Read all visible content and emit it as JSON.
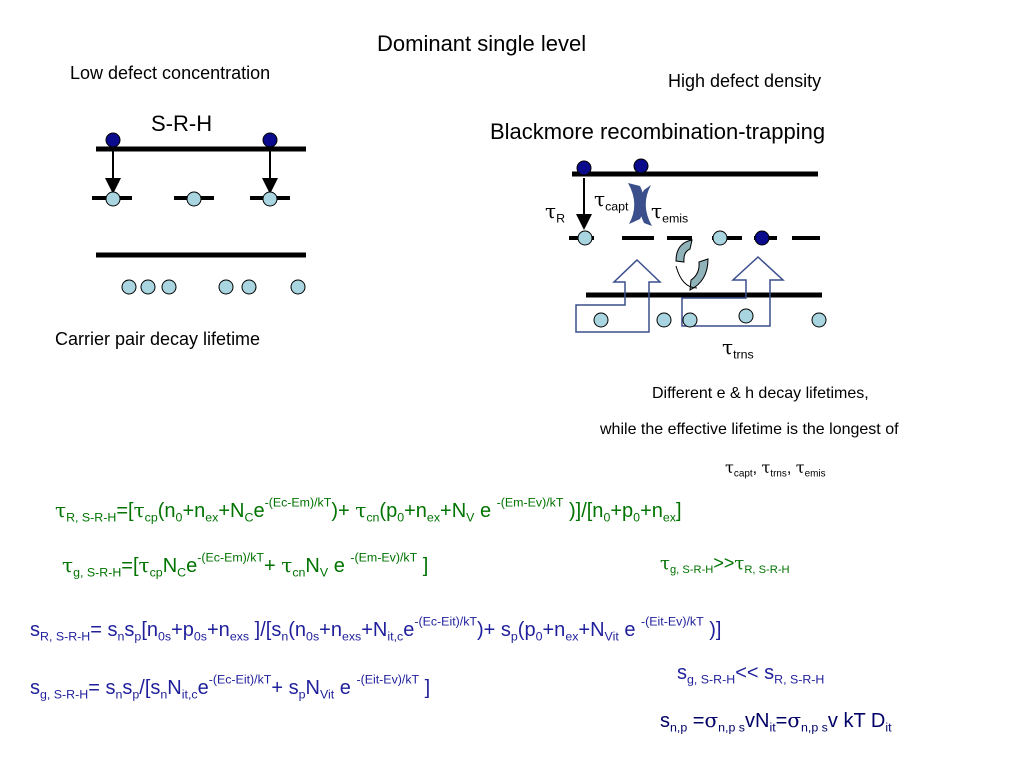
{
  "title": "Dominant single level",
  "left": {
    "header": "Low defect concentration",
    "model": "S-R-H",
    "caption": "Carrier pair decay lifetime"
  },
  "right": {
    "header": "High defect density",
    "model": "Blackmore recombination-trapping",
    "tau": "τ",
    "tau_R_sub": "R",
    "tau_capt_sub": "capt",
    "tau_emis_sub": "emis",
    "tau_trns_sub": "trns",
    "note_line1": "Different e & h decay lifetimes,",
    "note_line2": "while the effective lifetime is the longest of",
    "note_list": "τcapt, τtrns, τemis"
  },
  "equations": {
    "tauR": "τR, S-R-H=[τcp(n0+nex+NCe-(Ec-Em)/kT)+ τcn(p0+nex+NV e -(Em-Ev)/kT )]/[n0+p0+nex]",
    "taug": "τg, S-R-H=[τcpNCe-(Ec-Em)/kT+ τcnNV e -(Em-Ev)/kT ]",
    "taug_vs_tauR": "τg, S-R-H>>τR, S-R-H",
    "sR": "sR, S-R-H= snsp[n0s+p0s+nexs ]/[sn(n0s+nexs+Nit,ce-(Ec-Eit)/kT)+ sp(p0+nex+NVit e -(Eit-Ev)/kT )]",
    "sg": "sg, S-R-H= snsp/[snNit,ce-(Ec-Eit)/kT+ spNVit e -(Eit-Ev)/kT ]",
    "sg_vs_sR": "sg, S-R-H<< sR, S-R-H",
    "snp": "sn,p =σn,p svNit=σn,p sv kT Dit"
  },
  "colors": {
    "green": "#007300",
    "blue": "#1f1f9c",
    "navy_dot": "#0a0a8c",
    "light_dot": "#a9d5e0",
    "arrow_fill": "#3a4f8c",
    "cycle_fill": "#8fb3b8"
  }
}
